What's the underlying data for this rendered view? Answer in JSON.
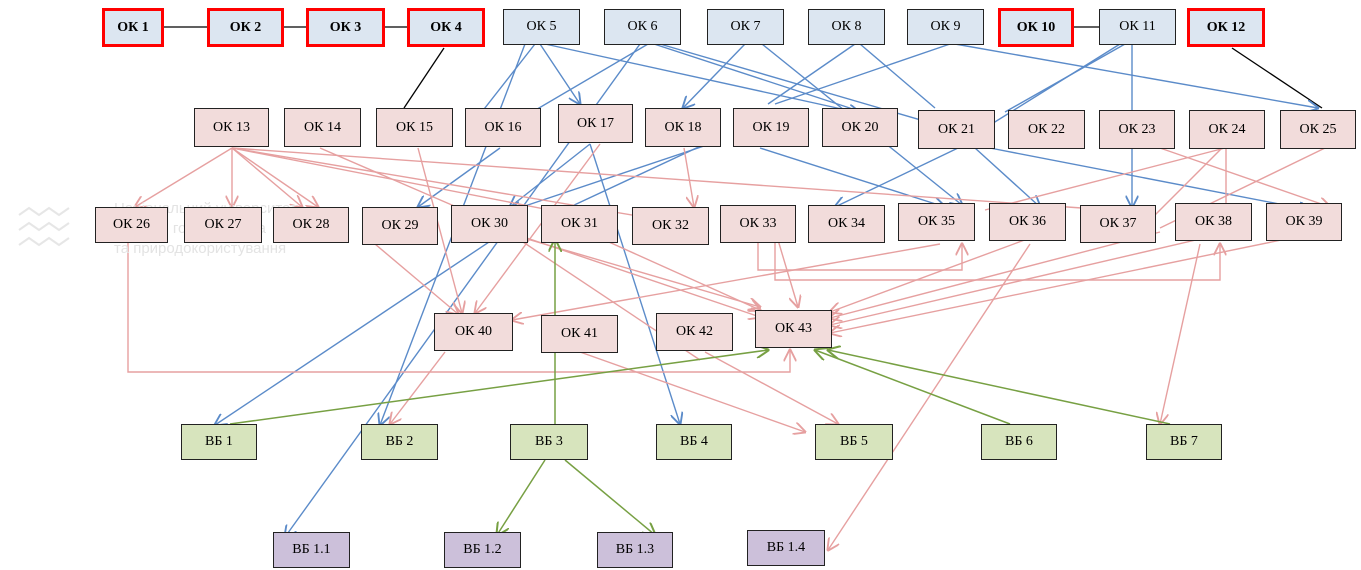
{
  "watermark": {
    "lines": [
      "Національний університет",
      "водного господарства",
      "та природокористування"
    ]
  },
  "colors": {
    "blue": "#5b8bc9",
    "pink": "#e6a0a0",
    "green": "#77a043",
    "black": "#000000"
  },
  "nodes": {
    "ok1": "ОК 1",
    "ok2": "ОК 2",
    "ok3": "ОК 3",
    "ok4": "ОК 4",
    "ok5": "ОК 5",
    "ok6": "ОК 6",
    "ok7": "ОК 7",
    "ok8": "ОК 8",
    "ok9": "ОК 9",
    "ok10": "ОК 10",
    "ok11": "ОК 11",
    "ok12": "ОК 12",
    "ok13": "ОК 13",
    "ok14": "ОК 14",
    "ok15": "ОК 15",
    "ok16": "ОК 16",
    "ok17": "ОК 17",
    "ok18": "ОК 18",
    "ok19": "ОК 19",
    "ok20": "ОК 20",
    "ok21": "ОК 21",
    "ok22": "ОК 22",
    "ok23": "ОК 23",
    "ok24": "ОК 24",
    "ok25": "ОК 25",
    "ok26": "ОК 26",
    "ok27": "ОК 27",
    "ok28": "ОК 28",
    "ok29": "ОК 29",
    "ok30": "ОК 30",
    "ok31": "ОК 31",
    "ok32": "ОК 32",
    "ok33": "ОК 33",
    "ok34": "ОК 34",
    "ok35": "ОК 35",
    "ok36": "ОК 36",
    "ok37": "ОК 37",
    "ok38": "ОК 38",
    "ok39": "ОК 39",
    "ok40": "ОК 40",
    "ok41": "ОК 41",
    "ok42": "ОК 42",
    "ok43": "ОК 43",
    "vb1": "ВБ 1",
    "vb2": "ВБ 2",
    "vb3": "ВБ 3",
    "vb4": "ВБ 4",
    "vb5": "ВБ 5",
    "vb6": "ВБ 6",
    "vb7": "ВБ 7",
    "vb11": "ВБ 1.1",
    "vb12": "ВБ 1.2",
    "vb13": "ВБ 1.3",
    "vb14": "ВБ 1.4"
  }
}
